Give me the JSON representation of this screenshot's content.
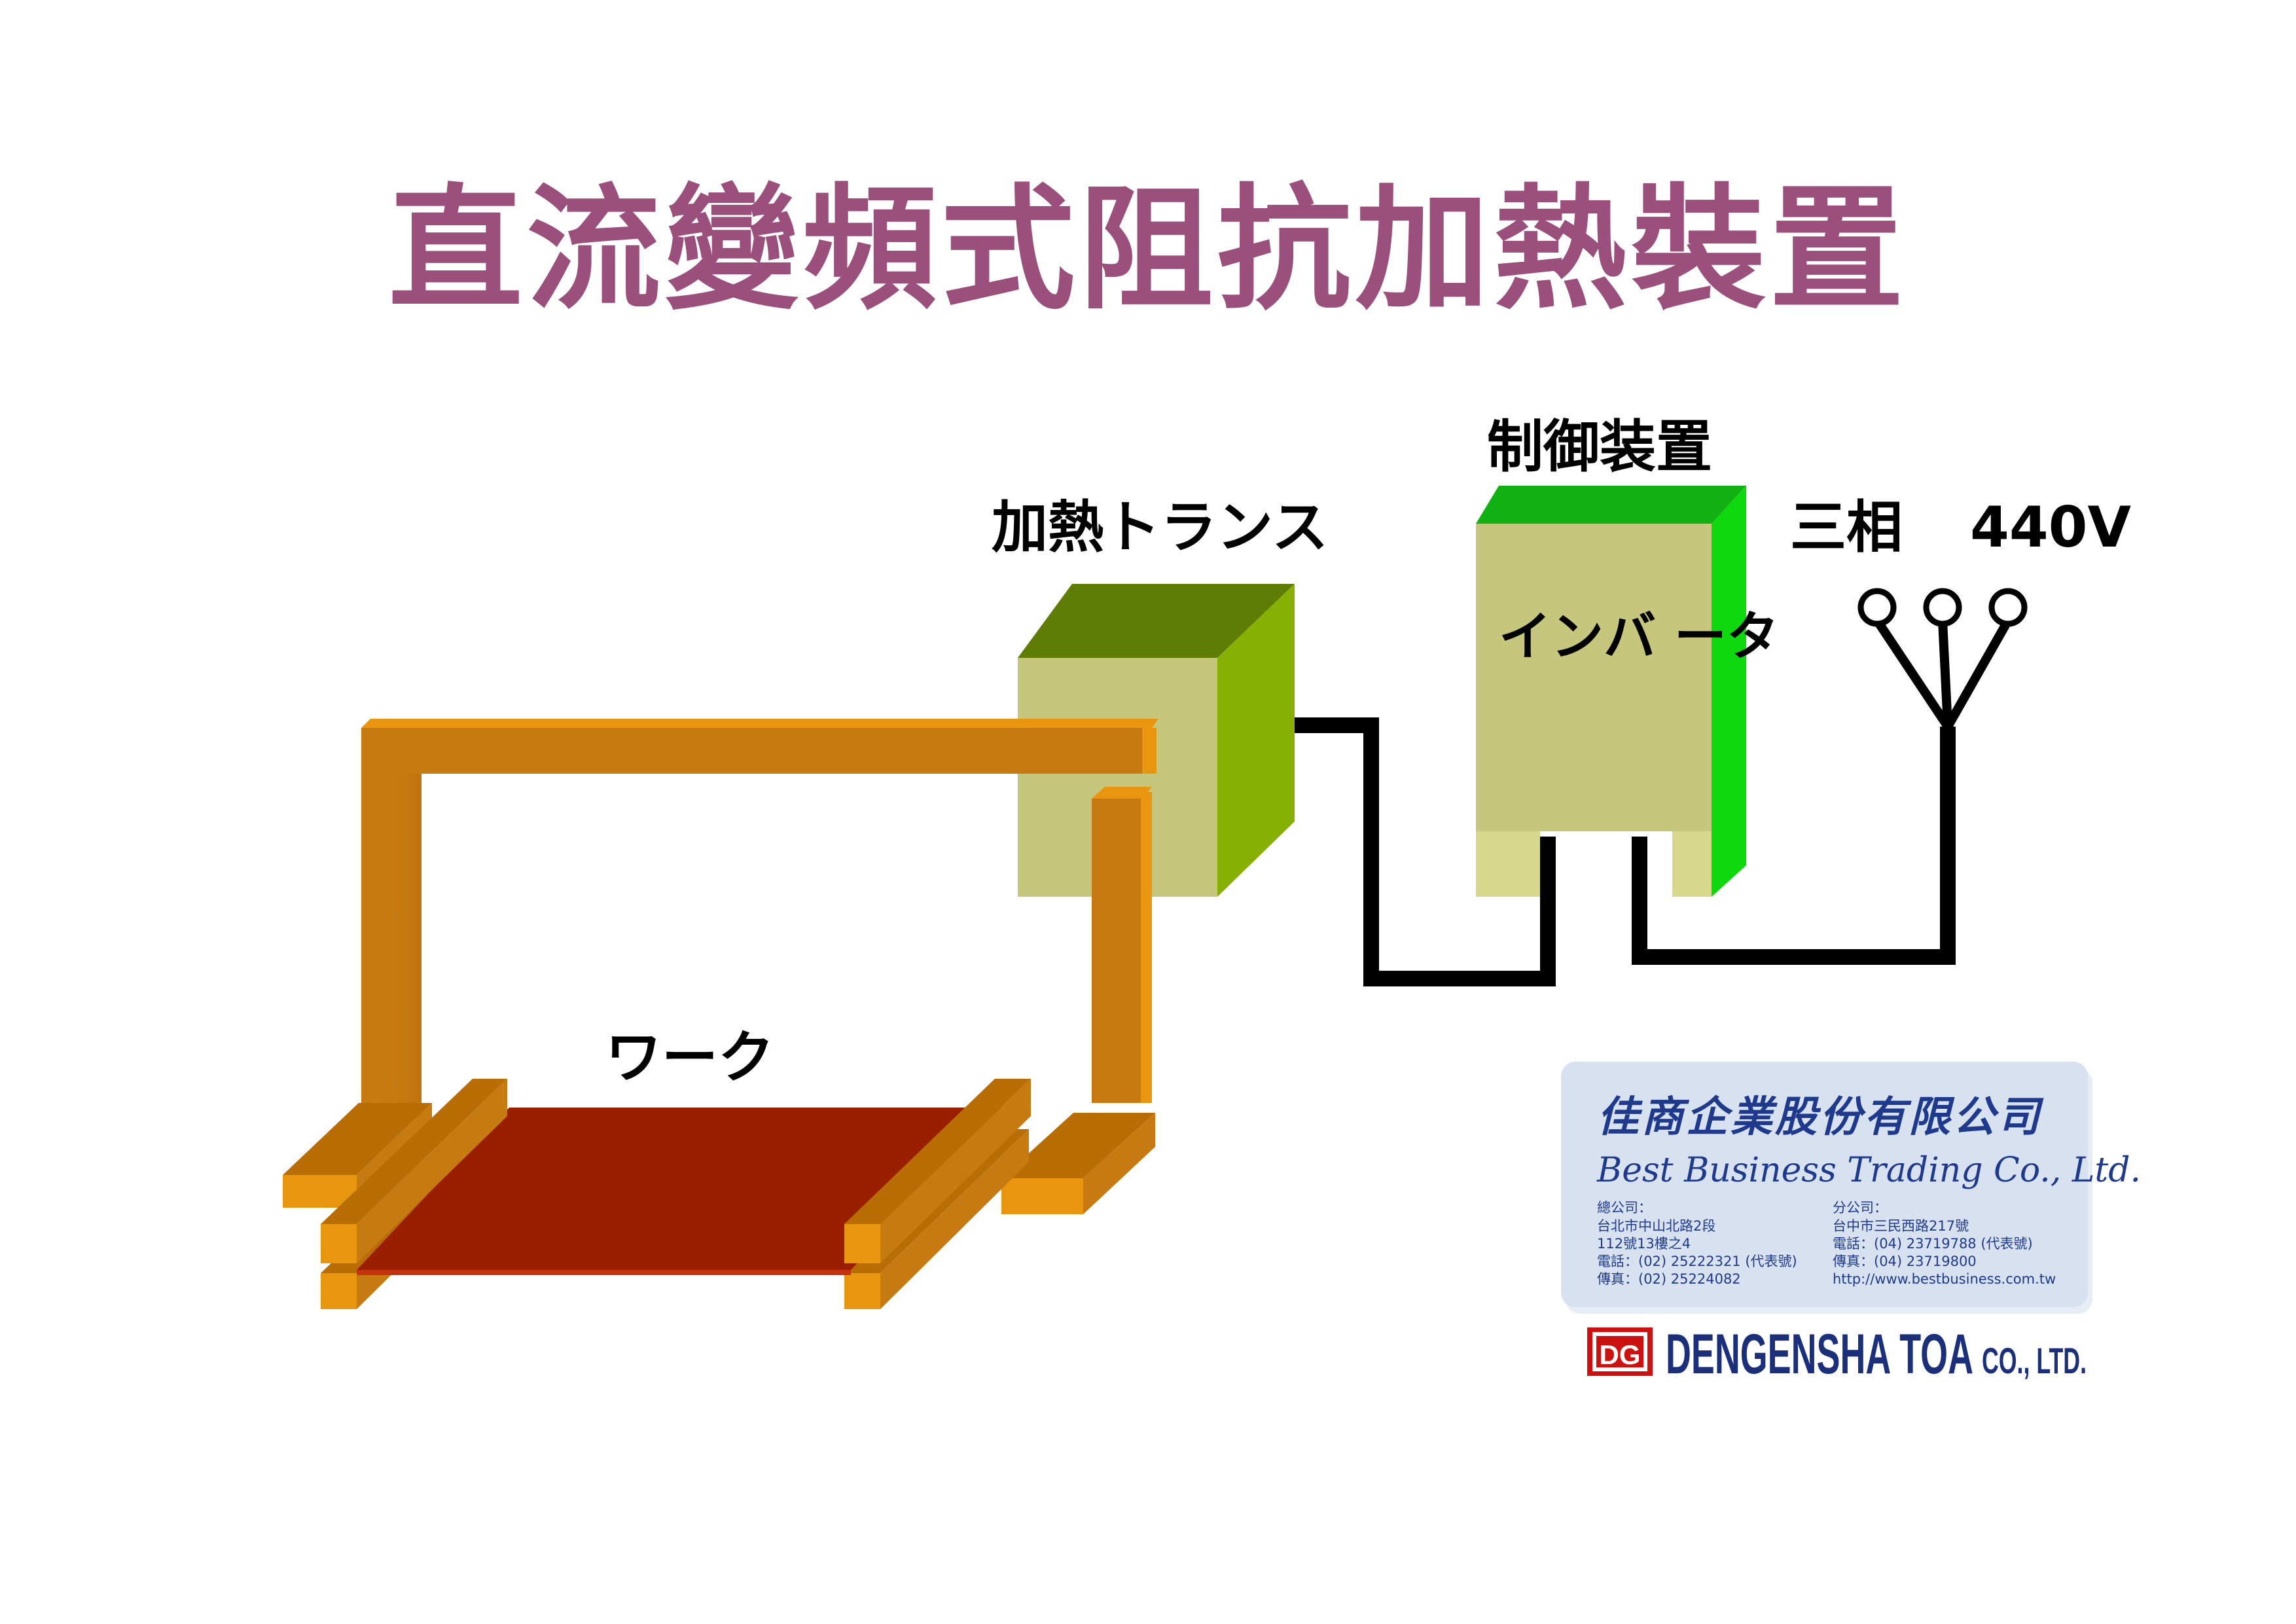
{
  "title": "直流變頻式阻抗加熱裝置",
  "labels": {
    "transformer": "加熱トランス",
    "controller": "制御装置",
    "inverter": "インバ ータ",
    "power": "三相",
    "voltage": "440V",
    "work": "ワーク"
  },
  "company_card": {
    "name_zh": "佳商企業股份有限公司",
    "name_en": "Best Business Trading Co., Ltd.",
    "hq_label": "總公司：",
    "hq_address": "台北市中山北路2段",
    "hq_address2": "112號13樓之4",
    "hq_phone": "電話：(02) 25222321 (代表號)",
    "hq_fax": "傳真：(02) 25224082",
    "branch_label": "分公司：",
    "branch_address": "台中市三民西路217號",
    "branch_phone": "電話：(04) 23719788 (代表號)",
    "branch_fax": "傳真：(04) 23719800",
    "website": "http://www.bestbusiness.com.tw"
  },
  "brand": {
    "logo_text": "DG",
    "name": "DENGENSHA TOA",
    "suffix": "CO., LTD."
  },
  "colors": {
    "title": "#9b4f7c",
    "busbar": "#c77a12",
    "busbar_light": "#e8960f",
    "work_plate": "#9a1e00",
    "transformer_front": "#c6c67c",
    "transformer_top": "#5f7d05",
    "transformer_side": "#86b004",
    "controller_top": "#12b012",
    "controller_side": "#0ed80e",
    "card_bg": "#d7e1f0",
    "card_text": "#1f3a8c",
    "brand_red": "#cc1111",
    "brand_blue": "#1b2f7a"
  },
  "icons": [
    "terminal-circle-icon",
    "dg-logo-icon"
  ]
}
